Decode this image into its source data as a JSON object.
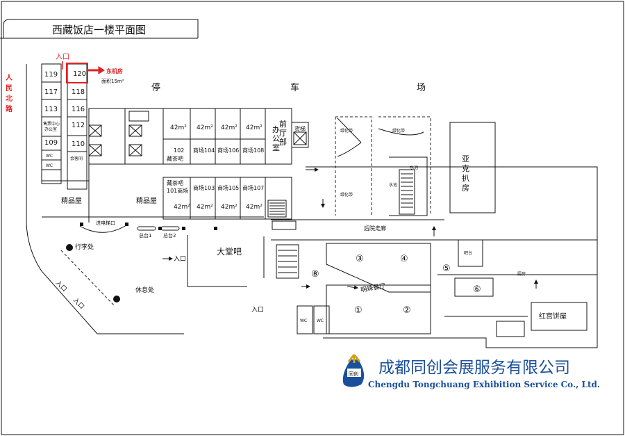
{
  "title": "西藏饭店一楼平面图",
  "colors": {
    "accent_red": "#e02020",
    "line": "#111111",
    "brand_blue": "#1a4f9c",
    "brand_gold": "#d4a017"
  },
  "entrances": {
    "top": "入口",
    "mid": "入口",
    "bottom": "入口",
    "diag1": "入口",
    "diag2": "入口"
  },
  "road_label": "人民北路",
  "east_machine_room": {
    "label": "东机房",
    "area": "面积15m²"
  },
  "rooms_left": [
    "119",
    "117",
    "113",
    "109",
    "110",
    "112",
    "116",
    "118",
    "120"
  ],
  "small_labels": {
    "ticket_office": "售票中心\n办公室",
    "wc": "WC",
    "conference": "会客间"
  },
  "parking": [
    "停",
    "车",
    "场"
  ],
  "shops": {
    "area_42": "42m²",
    "m104": "商场104",
    "m106": "商场106",
    "m108": "商场108",
    "bar102": "102\n藏茶吧",
    "bar101": "藏茶吧\n101商场",
    "m103": "商场103",
    "m105": "商场105",
    "m107": "商场107"
  },
  "front_office": "前厅部办公室",
  "freight_elevator": "货梯",
  "boutique": "精品屋",
  "escalator": "进电梯口",
  "desk1": "总台1",
  "desk2": "总台2",
  "luggage": "行李处",
  "rest": "休息处",
  "lobby_bar": "大堂吧",
  "green_belt": "绿化带",
  "pool": "水池",
  "yak_house": "亚克扒房",
  "back_corridor": "后院走廊",
  "pearl_restaurant": "明珠餐厅",
  "bar_counter": "吧台",
  "kitchen": "厨房",
  "palace_cake": "红宫饼屋",
  "circled_numbers": [
    "①",
    "②",
    "③",
    "④",
    "⑤",
    "⑥",
    "⑧"
  ],
  "company": {
    "name_cn": "成都同创会展服务有限公司",
    "name_en": "Chengdu Tongchuang Exhibition Service Co., Ltd."
  }
}
